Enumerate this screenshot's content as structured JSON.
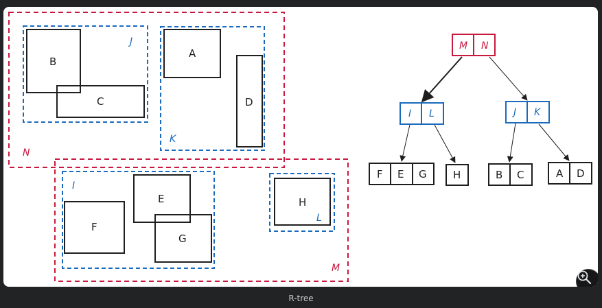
{
  "caption": "R-tree",
  "colors": {
    "red": "#c9183e",
    "blue": "#1a6bbd",
    "ink": "#1e1e1e"
  },
  "regions": {
    "N": "N",
    "M": "M",
    "J": "J",
    "K": "K",
    "I": "I",
    "L": "L"
  },
  "rects": {
    "A": "A",
    "B": "B",
    "C": "C",
    "D": "D",
    "E": "E",
    "F": "F",
    "G": "G",
    "H": "H"
  },
  "tree": {
    "root": [
      "M",
      "N"
    ],
    "level1_left": [
      "I",
      "L"
    ],
    "level1_right": [
      "J",
      "K"
    ],
    "leaf_feg": [
      "F",
      "E",
      "G"
    ],
    "leaf_h": [
      "H"
    ],
    "leaf_bc": [
      "B",
      "C"
    ],
    "leaf_ad": [
      "A",
      "D"
    ]
  },
  "zoom_icon": "zoom-in-icon"
}
